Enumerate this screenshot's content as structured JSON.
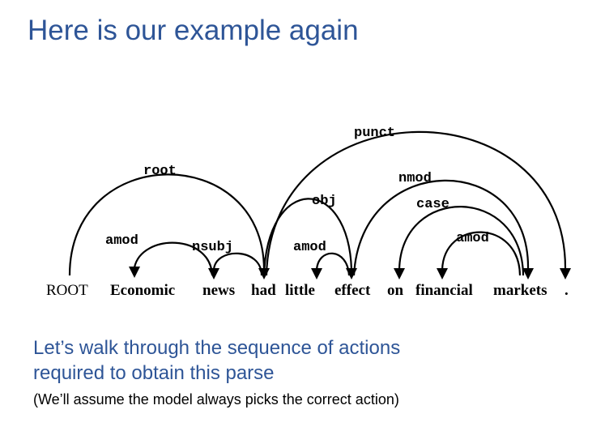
{
  "title": "Here is our example again",
  "sentence": {
    "words": [
      "ROOT",
      "Economic",
      "news",
      "had",
      "little",
      "effect",
      "on",
      "financial",
      "markets",
      "."
    ]
  },
  "arcs": [
    {
      "label": "root",
      "head": "ROOT",
      "dependent": "had"
    },
    {
      "label": "amod",
      "head": "news",
      "dependent": "Economic"
    },
    {
      "label": "nsubj",
      "head": "had",
      "dependent": "news"
    },
    {
      "label": "obj",
      "head": "had",
      "dependent": "effect"
    },
    {
      "label": "amod",
      "head": "effect",
      "dependent": "little"
    },
    {
      "label": "punct",
      "head": "had",
      "dependent": "."
    },
    {
      "label": "nmod",
      "head": "effect",
      "dependent": "markets"
    },
    {
      "label": "case",
      "head": "markets",
      "dependent": "on"
    },
    {
      "label": "amod",
      "head": "markets",
      "dependent": "financial"
    }
  ],
  "body": {
    "line1": "Let’s walk through the sequence of actions",
    "line2": "required to obtain this parse"
  },
  "note": "(We’ll assume the model always picks the correct action)"
}
